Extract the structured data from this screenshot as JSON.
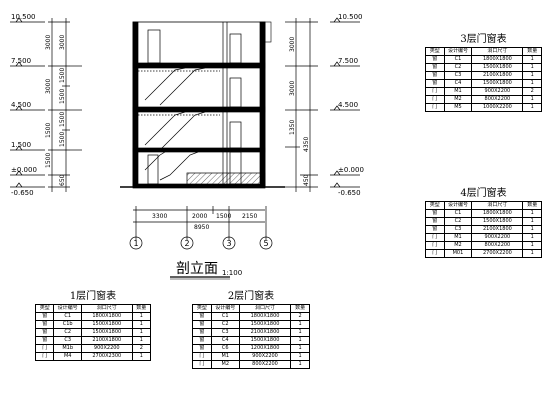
{
  "section": {
    "title": "剖立面",
    "scale": "1:100",
    "levels_left": [
      "10.500",
      "7.500",
      "4.500",
      "1.500",
      "±0.000",
      "-0.650"
    ],
    "levels_right": [
      "10.500",
      "7.500",
      "4.500",
      "±0.000",
      "-0.650"
    ],
    "left_dims_outer": [
      "3000",
      "3000",
      "1500",
      "1500"
    ],
    "left_dims_inner": [
      "3000",
      "1500",
      "1500",
      "1500",
      "1500",
      "650"
    ],
    "right_dims_outer": [
      "3000",
      "3000",
      "1350"
    ],
    "right_dims_inner": [
      "4350",
      "450"
    ],
    "bottom_dims": [
      "3300",
      "2000",
      "1500",
      "2150"
    ],
    "bottom_total": "8950",
    "axes": [
      "1",
      "2",
      "3",
      "5"
    ]
  },
  "tables": {
    "t1": {
      "title": "1层门窗表",
      "headers": [
        "类型",
        "设计编号",
        "洞口尺寸",
        "数量"
      ],
      "rows": [
        [
          "窗",
          "C1",
          "1800X1800",
          "1"
        ],
        [
          "窗",
          "C1b",
          "1500X1800",
          "1"
        ],
        [
          "窗",
          "C2",
          "1500X1800",
          "1"
        ],
        [
          "窗",
          "C3",
          "2100X1800",
          "1"
        ],
        [
          "门",
          "M1b",
          "900X2200",
          "2"
        ],
        [
          "门",
          "M4",
          "2700X2300",
          "1"
        ]
      ]
    },
    "t2": {
      "title": "2层门窗表",
      "headers": [
        "类型",
        "设计编号",
        "洞口尺寸",
        "数量"
      ],
      "rows": [
        [
          "窗",
          "C1",
          "1800X1800",
          "2"
        ],
        [
          "窗",
          "C2",
          "1500X1800",
          "1"
        ],
        [
          "窗",
          "C3",
          "2100X1800",
          "1"
        ],
        [
          "窗",
          "C4",
          "1500X1800",
          "1"
        ],
        [
          "窗",
          "C6",
          "1200X1800",
          "1"
        ],
        [
          "门",
          "M1",
          "900X2200",
          "1"
        ],
        [
          "门",
          "M2",
          "800X2200",
          "1"
        ]
      ]
    },
    "t3": {
      "title": "3层门窗表",
      "headers": [
        "类型",
        "设计编号",
        "洞口尺寸",
        "数量"
      ],
      "rows": [
        [
          "窗",
          "C1",
          "1800X1800",
          "1"
        ],
        [
          "窗",
          "C2",
          "1500X1800",
          "1"
        ],
        [
          "窗",
          "C3",
          "2100X1800",
          "1"
        ],
        [
          "窗",
          "C4",
          "1500X1800",
          "1"
        ],
        [
          "门",
          "M1",
          "900X2200",
          "2"
        ],
        [
          "门",
          "M2",
          "800X2200",
          "1"
        ],
        [
          "门",
          "M5",
          "1000X2200",
          "1"
        ]
      ]
    },
    "t4": {
      "title": "4层门窗表",
      "headers": [
        "类型",
        "设计编号",
        "洞口尺寸",
        "数量"
      ],
      "rows": [
        [
          "窗",
          "C1",
          "1800X1800",
          "1"
        ],
        [
          "窗",
          "C2",
          "1500X1800",
          "1"
        ],
        [
          "窗",
          "C3",
          "2100X1800",
          "1"
        ],
        [
          "门",
          "M1",
          "900X2200",
          "1"
        ],
        [
          "门",
          "M2",
          "800X2200",
          "1"
        ],
        [
          "门",
          "M01",
          "2700X2200",
          "1"
        ]
      ]
    }
  }
}
